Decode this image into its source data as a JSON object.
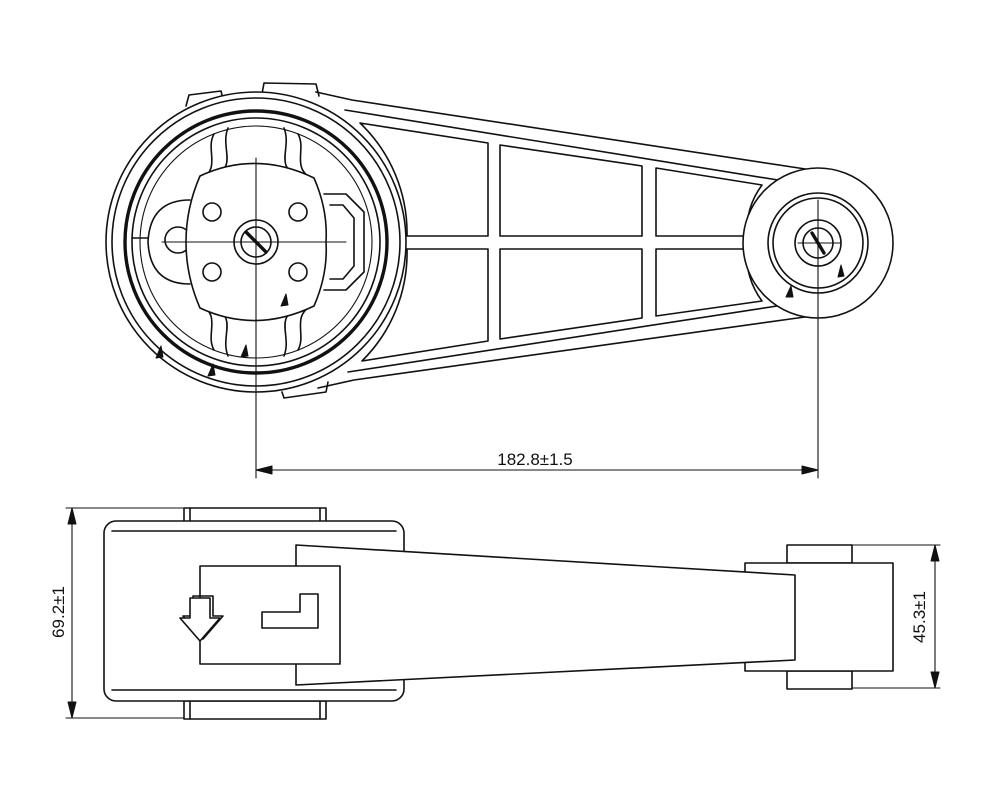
{
  "dimensions": {
    "center_distance": "182.8±1.5",
    "overall_height": "69.2±1",
    "end_height": "45.3±1"
  },
  "colors": {
    "line": "#111111",
    "background": "#ffffff"
  }
}
